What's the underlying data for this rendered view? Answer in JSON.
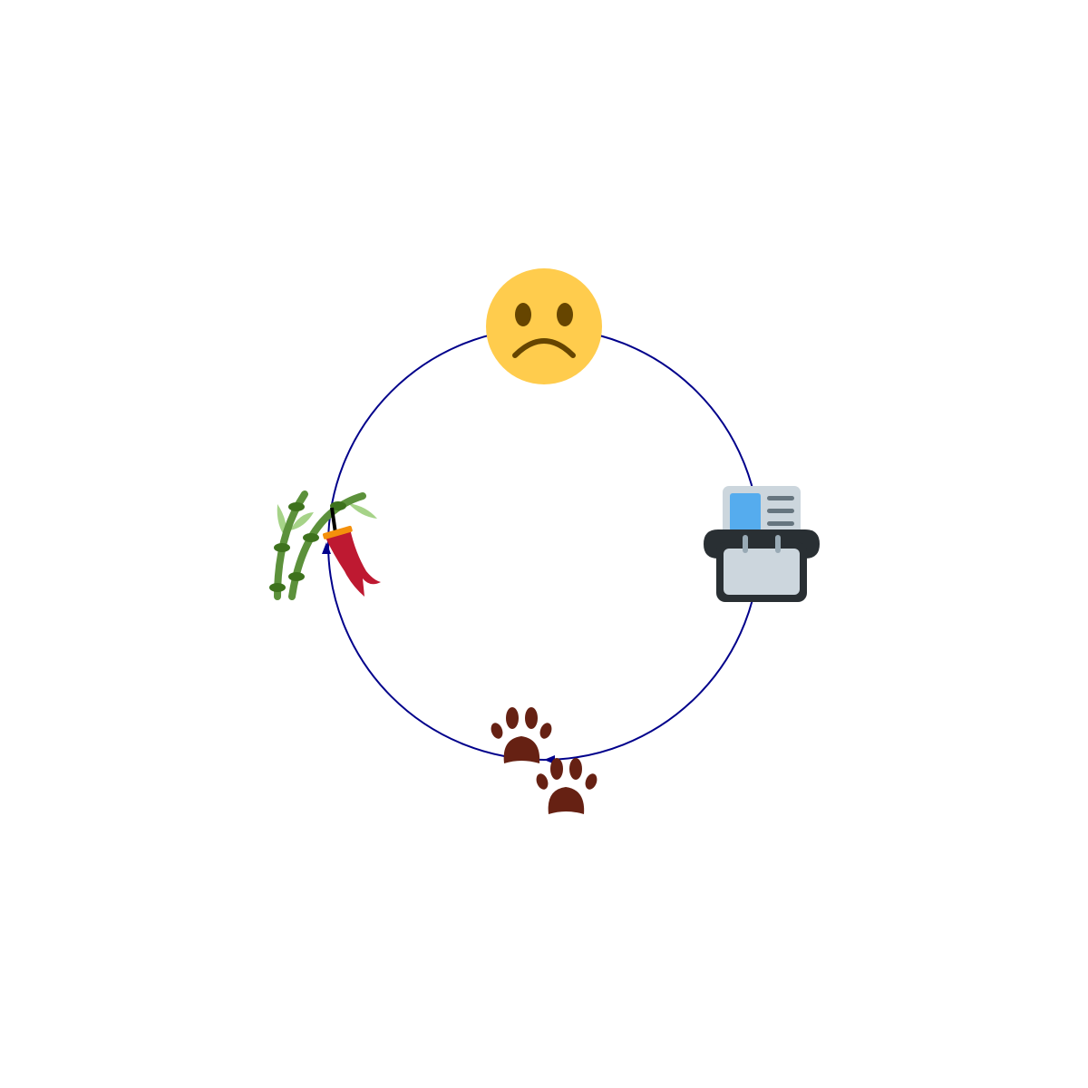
{
  "diagram": {
    "type": "cycle",
    "direction": "counterclockwise",
    "edge_color": "#00008b",
    "nodes": [
      {
        "id": "frowning-face",
        "icon": "frowning-face-icon"
      },
      {
        "id": "tanabata-tree",
        "icon": "tanabata-tree-icon"
      },
      {
        "id": "paw-prints",
        "icon": "paw-prints-icon"
      },
      {
        "id": "card-file-box",
        "icon": "card-file-box-icon"
      }
    ]
  }
}
